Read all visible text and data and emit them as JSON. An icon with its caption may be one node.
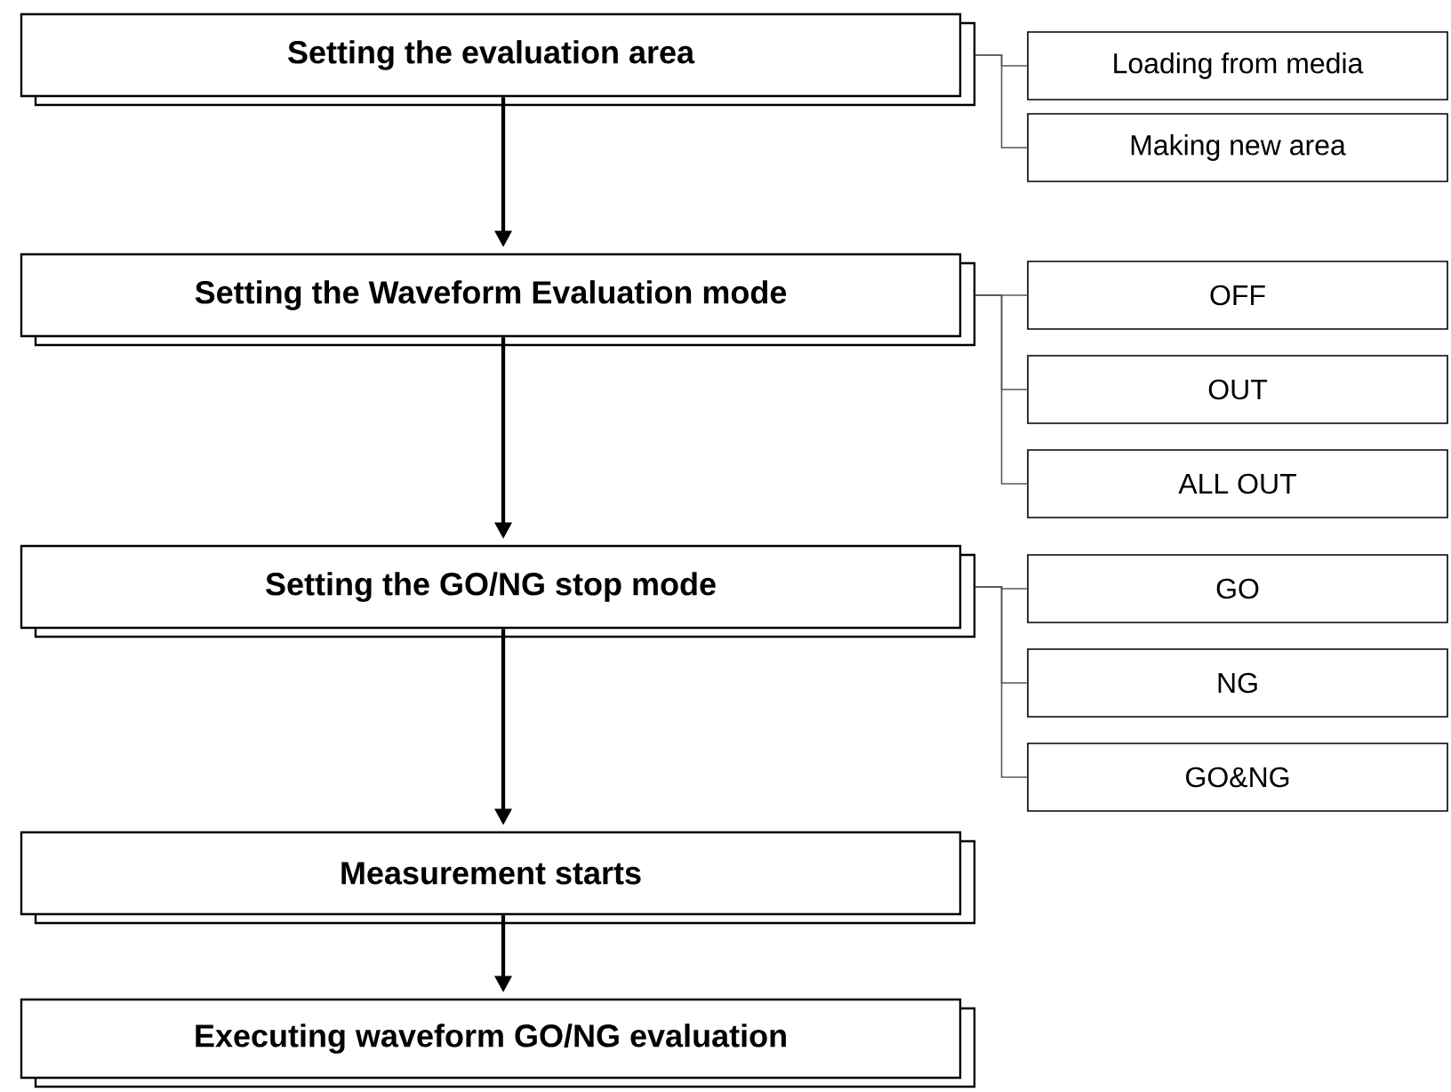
{
  "diagram": {
    "nodes": [
      {
        "text": [
          "Setting the evaluation area"
        ]
      },
      {
        "text": [
          "Loading from media"
        ]
      },
      {
        "text": [
          "Making new area"
        ]
      },
      {
        "text": [
          "Setting the Waveform Evaluation mode"
        ]
      },
      {
        "text": [
          "OFF"
        ]
      },
      {
        "text": [
          "OUT"
        ]
      },
      {
        "text": [
          "ALL OUT"
        ]
      },
      {
        "text": [
          "Setting the GO/NG stop mode"
        ]
      },
      {
        "text": [
          "GO"
        ]
      },
      {
        "text": [
          "NG"
        ]
      },
      {
        "text": [
          "GO&NG"
        ]
      },
      {
        "text": [
          "Measurement starts"
        ]
      },
      {
        "text": [
          "Executing waveform GO/NG evaluation"
        ]
      }
    ],
    "edges": [
      {
        "from": 0,
        "to": 1,
        "arrow": "none"
      },
      {
        "from": 0,
        "to": 2,
        "arrow": "none"
      },
      {
        "from": 0,
        "to": 3,
        "arrow": "to"
      },
      {
        "from": 3,
        "to": 4,
        "arrow": "none"
      },
      {
        "from": 3,
        "to": 5,
        "arrow": "none"
      },
      {
        "from": 3,
        "to": 6,
        "arrow": "none"
      },
      {
        "from": 3,
        "to": 7,
        "arrow": "to"
      },
      {
        "from": 7,
        "to": 8,
        "arrow": "none"
      },
      {
        "from": 7,
        "to": 9,
        "arrow": "none"
      },
      {
        "from": 7,
        "to": 10,
        "arrow": "none"
      },
      {
        "from": 7,
        "to": 11,
        "arrow": "to"
      },
      {
        "from": 11,
        "to": 12,
        "arrow": "to"
      }
    ]
  }
}
